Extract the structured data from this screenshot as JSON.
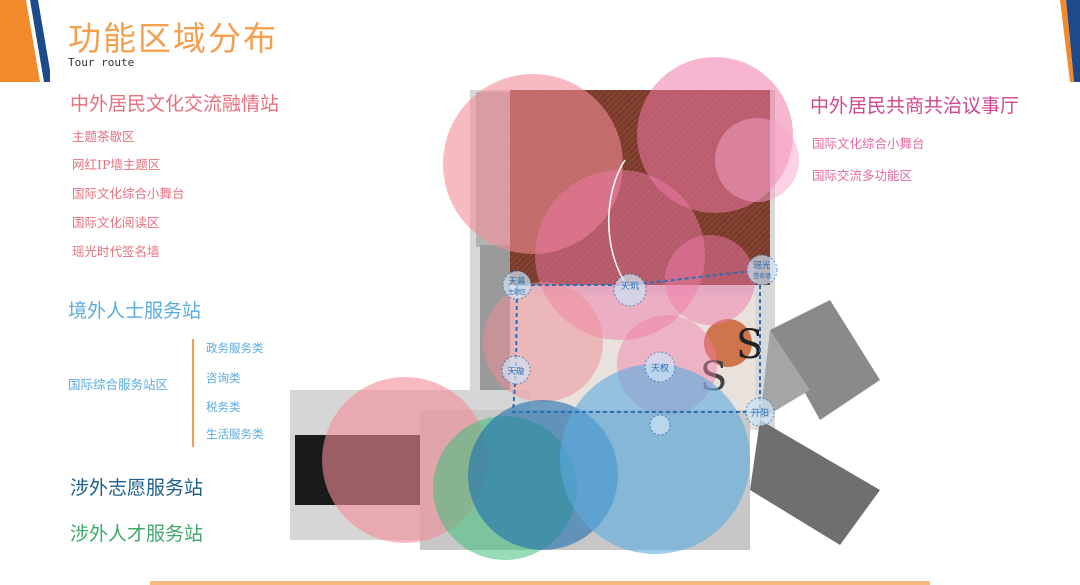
{
  "header": {
    "title": "功能区域分布",
    "subtitle": "Tour route"
  },
  "colors": {
    "accent_orange": "#f4a04f",
    "brand_blue": "#1c4a8a",
    "pink": "#e8707e",
    "magenta": "#d1478f",
    "light_blue": "#5aace0",
    "navy": "#1d5f8a",
    "green": "#3fa86a"
  },
  "left_panel": {
    "exchange_station": {
      "title": "中外居民文化交流融情站",
      "items": [
        "主题茶歇区",
        "网红IP墙主题区",
        "国际文化综合小舞台",
        "国际文化阅读区",
        "瑶光时代签名墙"
      ]
    },
    "foreigner_service_station": {
      "title": "境外人士服务站",
      "group_label": "国际综合服务站区",
      "items": [
        "政务服务类",
        "咨询类",
        "税务类",
        "生活服务类"
      ]
    },
    "volunteer_station": {
      "title": "涉外志愿服务站"
    },
    "talent_station": {
      "title": "涉外人才服务站"
    }
  },
  "right_panel": {
    "governance_hall": {
      "title": "中外居民共商共治议事厅",
      "items": [
        "国际文化综合小舞台",
        "国际交流多功能区"
      ]
    }
  },
  "plan": {
    "markers": [
      {
        "name": "tianmu",
        "label1": "天幕",
        "label2": "主题区"
      },
      {
        "name": "tianji",
        "label": "天玑"
      },
      {
        "name": "yaoguang",
        "label1": "瑶光",
        "label2": "签名墙"
      },
      {
        "name": "tianxuan",
        "label": "天璇"
      },
      {
        "name": "tianquan",
        "label": "天权"
      },
      {
        "name": "kaiyang",
        "label": "开阳"
      }
    ]
  }
}
